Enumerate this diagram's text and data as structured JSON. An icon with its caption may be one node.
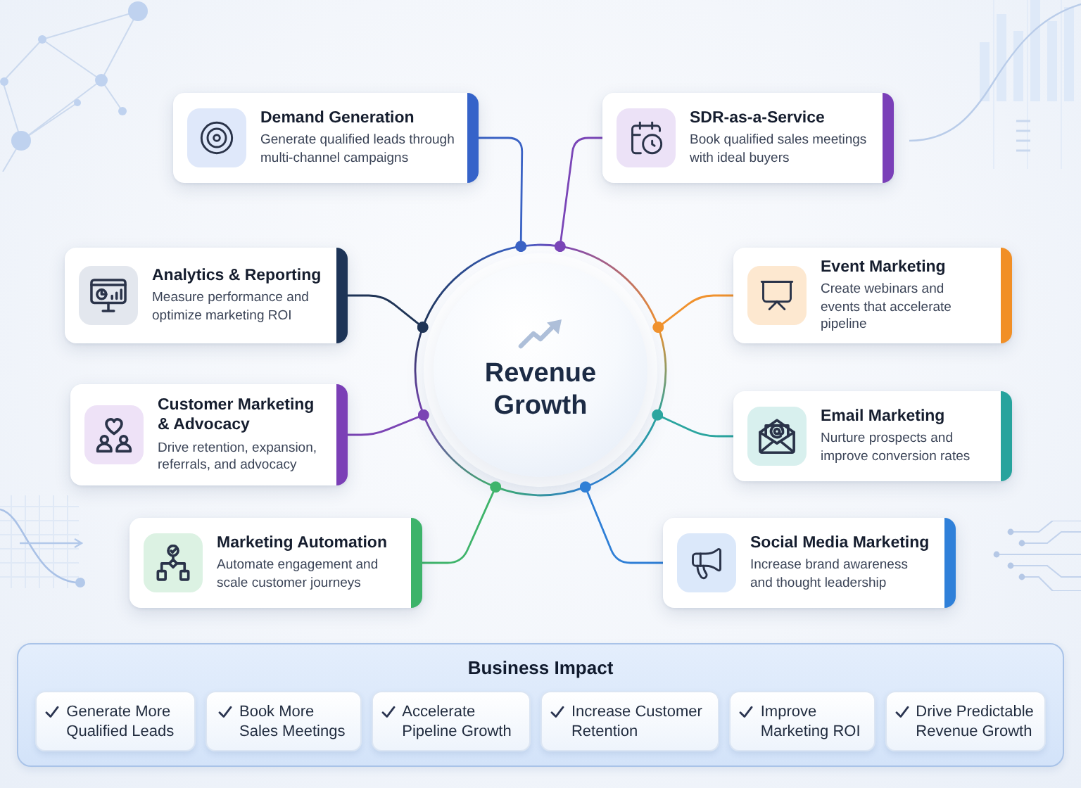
{
  "diagram": {
    "nodes": [
      {
        "text": [
          "Demand Generation",
          "Generate qualified leads through multi-channel campaigns"
        ]
      },
      {
        "text": [
          "SDR-as-a-Service",
          "Book qualified sales meetings with ideal buyers"
        ]
      },
      {
        "text": [
          "Analytics & Reporting",
          "Measure performance and optimize marketing ROI"
        ]
      },
      {
        "text": [
          "Event Marketing",
          "Create webinars and events that accelerate pipeline"
        ]
      },
      {
        "text": [
          "Customer Marketing & Advocacy",
          "Drive retention, expansion, referrals, and advocacy"
        ]
      },
      {
        "text": [
          "Revenue Growth"
        ]
      },
      {
        "text": [
          "Email Marketing",
          "Nurture prospects and improve conversion rates"
        ]
      },
      {
        "text": [
          "Marketing Automation",
          "Automate engagement and scale customer journeys"
        ]
      },
      {
        "text": [
          "Social Media Marketing",
          "Increase brand awareness and thought leadership"
        ]
      },
      {
        "text": [
          "Business Impact"
        ]
      },
      {
        "text": [
          "Generate More Qualified Leads"
        ],
        "in": 9
      },
      {
        "text": [
          "Book More Sales Meetings"
        ],
        "in": 9
      },
      {
        "text": [
          "Accelerate Pipeline Growth"
        ],
        "in": 9
      },
      {
        "text": [
          "Increase Customer Retention"
        ],
        "in": 9
      },
      {
        "text": [
          "Improve Marketing ROI"
        ],
        "in": 9
      },
      {
        "text": [
          "Drive Predictable Revenue Growth"
        ],
        "in": 9
      }
    ],
    "edges": [
      {
        "from": 0,
        "to": 5,
        "arrow": "other",
        "color": "#3a62c4"
      },
      {
        "from": 1,
        "to": 5,
        "arrow": "other",
        "color": "#7a45b7"
      },
      {
        "from": 2,
        "to": 5,
        "arrow": "other",
        "color": "#1f3456"
      },
      {
        "from": 3,
        "to": 5,
        "arrow": "other",
        "color": "#f0922e"
      },
      {
        "from": 4,
        "to": 5,
        "arrow": "other",
        "color": "#7b44b4"
      },
      {
        "from": 6,
        "to": 5,
        "arrow": "other",
        "color": "#2ba59f"
      },
      {
        "from": 7,
        "to": 5,
        "arrow": "other",
        "color": "#3fb46b"
      },
      {
        "from": 8,
        "to": 5,
        "arrow": "other",
        "color": "#2f7fd6"
      }
    ]
  }
}
